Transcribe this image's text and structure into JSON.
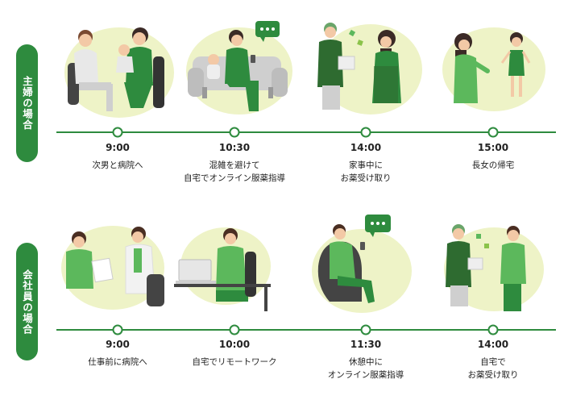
{
  "rows": [
    {
      "label": "主婦の場合",
      "steps": [
        {
          "time": "9:00",
          "desc": [
            "次男と病院へ",
            ""
          ]
        },
        {
          "time": "10:30",
          "desc": [
            "混雑を避けて",
            "自宅でオンライン服薬指導"
          ]
        },
        {
          "time": "14:00",
          "desc": [
            "家事中に",
            "お薬受け取り"
          ]
        },
        {
          "time": "15:00",
          "desc": [
            "長女の帰宅",
            ""
          ]
        }
      ]
    },
    {
      "label": "会社員の場合",
      "steps": [
        {
          "time": "9:00",
          "desc": [
            "仕事前に病院へ",
            ""
          ]
        },
        {
          "time": "10:00",
          "desc": [
            "自宅でリモートワーク",
            ""
          ]
        },
        {
          "time": "11:30",
          "desc": [
            "休憩中に",
            "オンライン服薬指導"
          ]
        },
        {
          "time": "14:00",
          "desc": [
            "自宅で",
            "お薬受け取り"
          ]
        }
      ]
    }
  ],
  "colors": {
    "green": "#2e8b3e",
    "light_green": "#5cb85c",
    "blob": "#eef3c7",
    "dark": "#333333"
  },
  "icons": [
    "doctor-patient-illustration",
    "chat-bubble-icon",
    "delivery-illustration",
    "child-illustration",
    "laptop-illustration",
    "sofa-illustration"
  ]
}
